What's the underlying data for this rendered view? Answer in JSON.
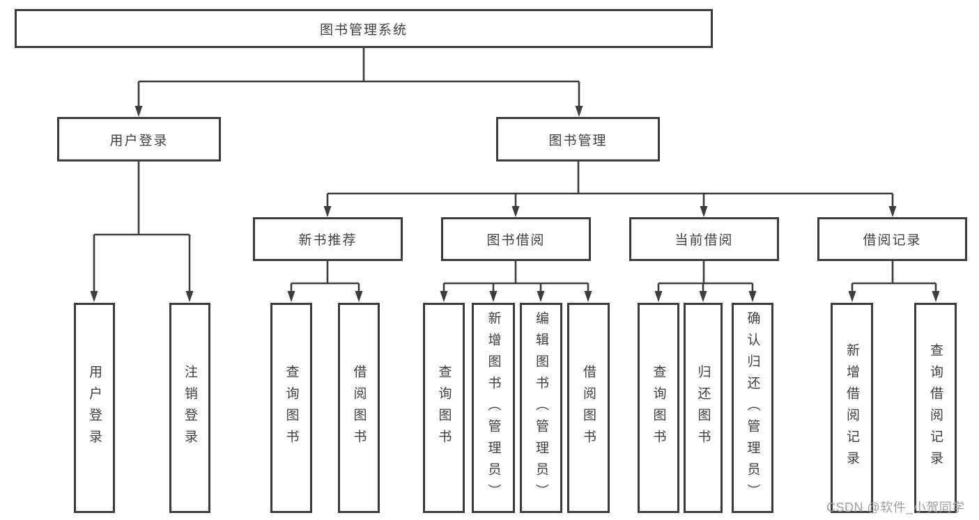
{
  "tree": {
    "root": {
      "label": "图书管理系统"
    },
    "user_login": {
      "label": "用户登录",
      "children": {
        "login": {
          "label": "用户登录"
        },
        "logout": {
          "label": "注销登录"
        }
      }
    },
    "book_management": {
      "label": "图书管理",
      "children": {
        "new_book_recommend": {
          "label": "新书推荐",
          "children": {
            "query_book": {
              "label": "查询图书"
            },
            "borrow_book": {
              "label": "借阅图书"
            }
          }
        },
        "book_borrowing": {
          "label": "图书借阅",
          "children": {
            "query_book": {
              "label": "查询图书"
            },
            "add_book_admin": {
              "label": "新增图书（管理员）"
            },
            "edit_book_admin": {
              "label": "编辑图书（管理员）"
            },
            "borrow_book": {
              "label": "借阅图书"
            }
          }
        },
        "current_borrowing": {
          "label": "当前借阅",
          "children": {
            "query_book": {
              "label": "查询图书"
            },
            "return_book": {
              "label": "归还图书"
            },
            "confirm_return_admin": {
              "label": "确认归还（管理员）"
            }
          }
        },
        "borrow_records": {
          "label": "借阅记录",
          "children": {
            "add_borrow_record": {
              "label": "新增借阅记录"
            },
            "query_borrow_record": {
              "label": "查询借阅记录"
            }
          }
        }
      }
    }
  },
  "watermark": {
    "text": "CSDN @软件_小贺同学"
  },
  "colors": {
    "line": "#3c3c3c",
    "text": "#3f3f3f",
    "background": "#ffffff",
    "box_fill": "#ffffff",
    "watermark": "#9f9f9f"
  }
}
